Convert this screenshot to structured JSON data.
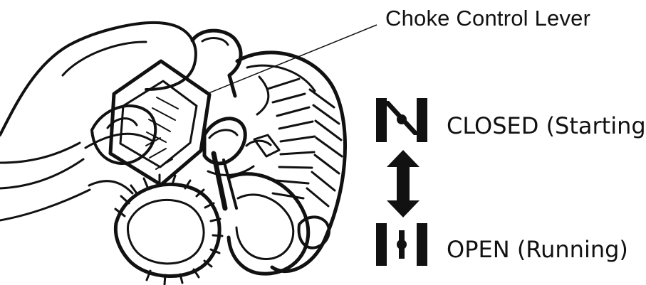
{
  "callout": {
    "label": "Choke Control Lever"
  },
  "states": {
    "closed": {
      "label": "CLOSED (Starting)"
    },
    "open": {
      "label": "OPEN (Running)"
    }
  },
  "colors": {
    "ink": "#111111",
    "background": "#ffffff"
  },
  "icons": {
    "closed_symbol": "choke-closed-icon",
    "open_symbol": "choke-open-icon",
    "direction": "double-arrow-icon"
  }
}
